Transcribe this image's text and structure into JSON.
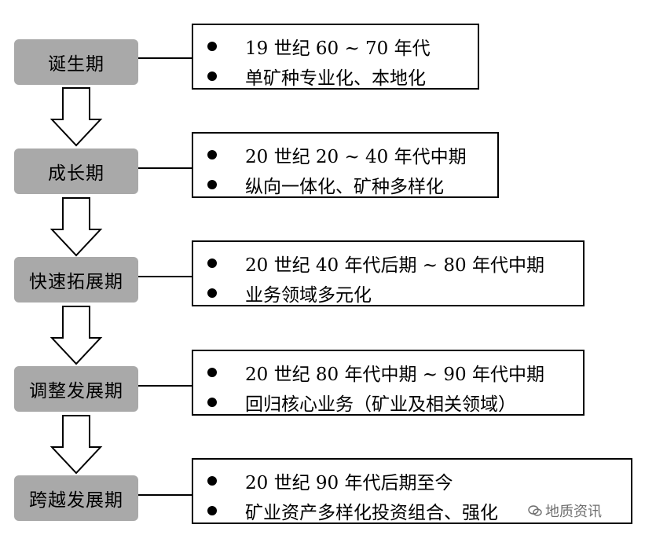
{
  "stages": [
    {
      "name": "诞生期",
      "bullets": [
        "19 世纪 60 ~ 70 年代",
        "单矿种专业化、本地化"
      ]
    },
    {
      "name": "成长期",
      "bullets": [
        "20 世纪 20 ~ 40 年代中期",
        "纵向一体化、矿种多样化"
      ]
    },
    {
      "name": "快速拓展期",
      "bullets": [
        "20 世纪 40 年代后期 ~ 80 年代中期",
        "业务领域多元化"
      ]
    },
    {
      "name": "调整发展期",
      "bullets": [
        "20 世纪 80 年代中期 ~ 90 年代中期",
        "回归核心业务（矿业及相关领域）"
      ]
    },
    {
      "name": "跨越发展期",
      "bullets": [
        "20 世纪 90 年代后期至今",
        "矿业资产多样化投资组合、强化"
      ]
    }
  ],
  "watermark": "地质资讯",
  "icons": {
    "arrow": "hollow-down-arrow-icon",
    "bullet": "bullet-dot-icon",
    "watermark": "wechat-icon"
  },
  "colors": {
    "stage_fill": "#a9a9a9",
    "border": "#000000",
    "background": "#ffffff"
  }
}
